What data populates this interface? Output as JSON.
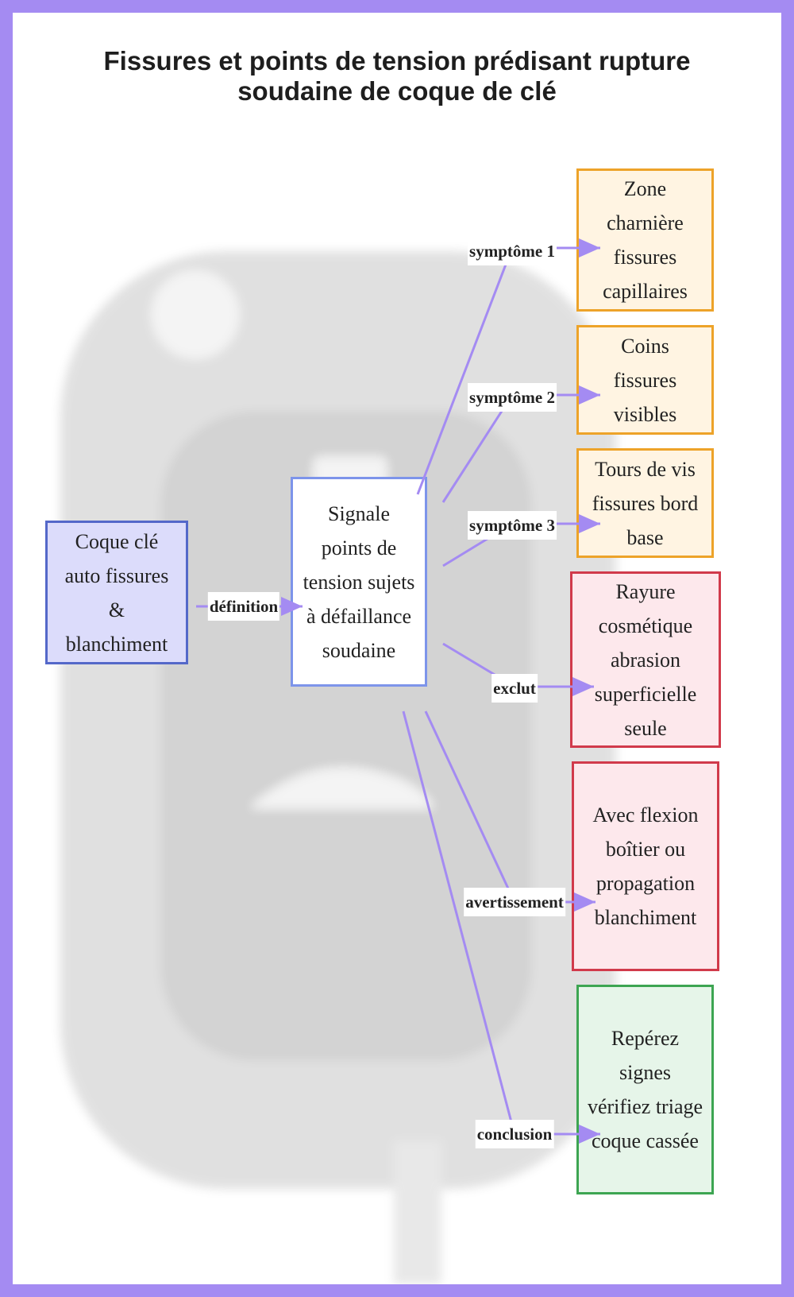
{
  "title": "Fissures et points de tension prédisant rupture soudaine de coque de clé",
  "nodes": {
    "source": "Coque clé auto fissures & blanchiment",
    "center": "Signale points de tension sujets à défaillance soudaine",
    "s1": "Zone charnière fissures capillaires",
    "s2": "Coins fissures visibles",
    "s3": "Tours de vis fissures bord base",
    "exclut": "Rayure cosmétique abrasion superficielle seule",
    "avert": "Avec flexion boîtier ou propagation blanchiment",
    "concl": "Repérez signes vérifiez triage coque cassée"
  },
  "edges": {
    "definition": "définition",
    "symptome1": "symptôme 1",
    "symptome2": "symptôme 2",
    "symptome3": "symptôme 3",
    "exclut": "exclut",
    "avertissement": "avertissement",
    "conclusion": "conclusion"
  },
  "colors": {
    "background": "#a48bf2",
    "edge": "#a48bf2",
    "blue": "#5468c9",
    "orange": "#eda329",
    "red": "#d13a4b",
    "green": "#3da552"
  }
}
